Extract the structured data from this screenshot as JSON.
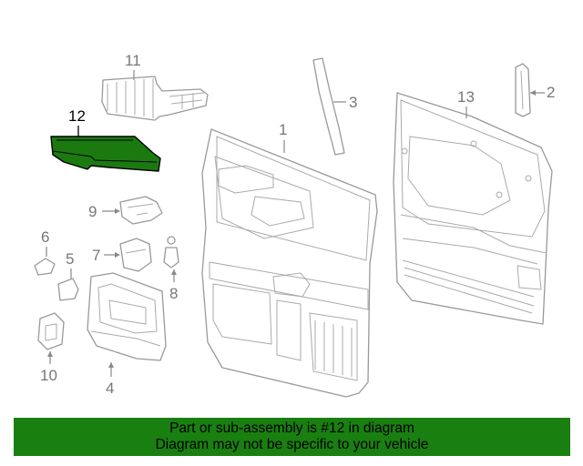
{
  "diagram": {
    "highlight_color": "#1a7a10",
    "callouts": [
      "11",
      "12",
      "3",
      "1",
      "13",
      "2",
      "9",
      "6",
      "5",
      "7",
      "8",
      "10",
      "4"
    ]
  },
  "footer": {
    "background": "#1a7f11",
    "line1": "Part or sub-assembly is #12 in diagram",
    "line2": "Diagram may not be specific to your vehicle"
  }
}
